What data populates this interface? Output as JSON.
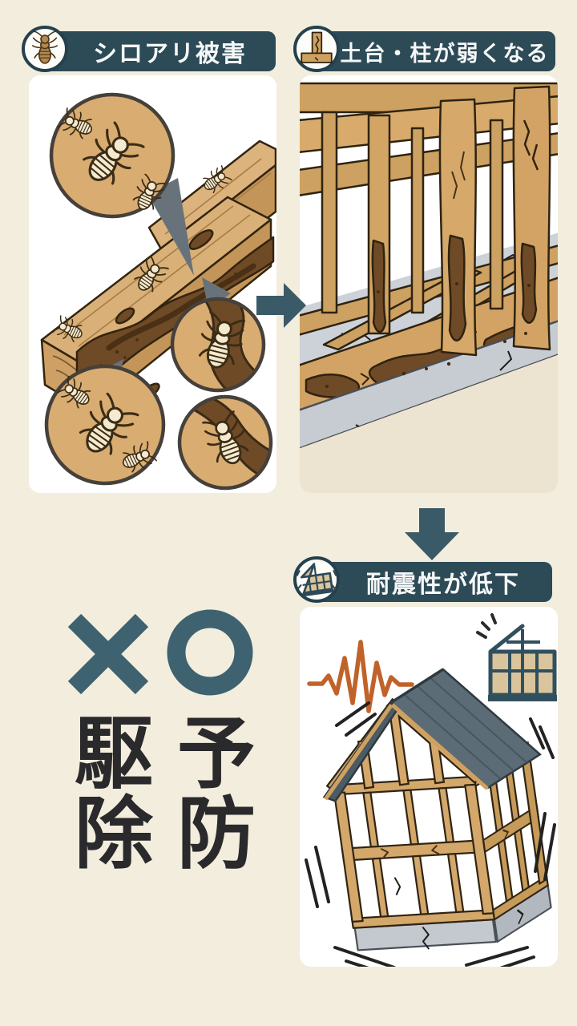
{
  "page": {
    "background": "#f2eddd"
  },
  "colors": {
    "header_bar": "#2d4a57",
    "icon_ring": "#24414d",
    "accent_teal": "#3e626f",
    "arrow": "#3b5a67",
    "label_text": "#2a292b",
    "wood": "#d2a364",
    "rot_brown": "#6f4a26",
    "concrete": "#c7ccd2",
    "roof_slate": "#5b6c76",
    "seismic_orange": "#c0622a"
  },
  "flow": {
    "step1": {
      "title": "シロアリ被害",
      "icon": "termite-icon"
    },
    "step2": {
      "title": "土台・柱が弱くなる",
      "icon": "cracked-post-icon"
    },
    "step3": {
      "title": "耐震性が低下",
      "icon": "shaking-house-icon"
    }
  },
  "comparison": {
    "cross": {
      "symbol": "×",
      "label": "駆除"
    },
    "circle": {
      "symbol": "○",
      "label": "予防"
    }
  }
}
